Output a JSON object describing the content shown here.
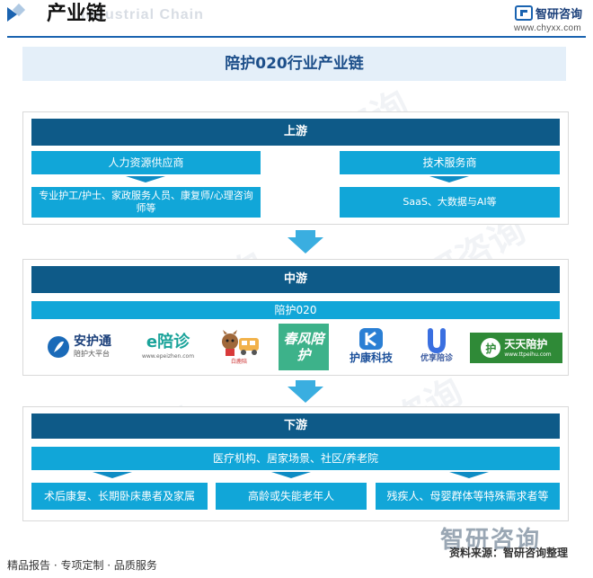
{
  "header": {
    "title": "产业链",
    "ghost_text": "Industrial Chain",
    "brand_name": "智研咨询",
    "brand_url": "www.chyxx.com"
  },
  "diagram": {
    "title": "陪护020行业产业链",
    "upstream": {
      "label": "上游",
      "left_header": "人力资源供应商",
      "left_detail": "专业护工/护士、家政服务人员、康复师/心理咨询师等",
      "right_header": "技术服务商",
      "right_detail": "SaaS、大数据与AI等"
    },
    "midstream": {
      "label": "中游",
      "header": "陪护020",
      "logos": [
        {
          "name": "安护通",
          "sub": "陪护大平台"
        },
        {
          "name": "e陪诊",
          "sub": "www.epeizhen.com"
        },
        {
          "name": "",
          "sub": "白鹿陪"
        },
        {
          "name": "春风陪护",
          "sub": ""
        },
        {
          "name": "护康科技",
          "sub": ""
        },
        {
          "name": "优享陪诊",
          "sub": ""
        },
        {
          "name": "天天陪护",
          "sub": "www.ttpeihu.com"
        }
      ]
    },
    "downstream": {
      "label": "下游",
      "header": "医疗机构、居家场景、社区/养老院",
      "items": [
        "术后康复、长期卧床患者及家属",
        "高龄或失能老年人",
        "残疾人、母婴群体等特殊需求者等"
      ]
    }
  },
  "footer": {
    "left": "精品报告 · 专项定制 · 品质服务",
    "source": "资料来源：智研咨询整理",
    "watermark": "智研咨询"
  },
  "colors": {
    "primary": "#0e5a88",
    "accent": "#11a6d8",
    "brand": "#1a63b0"
  }
}
